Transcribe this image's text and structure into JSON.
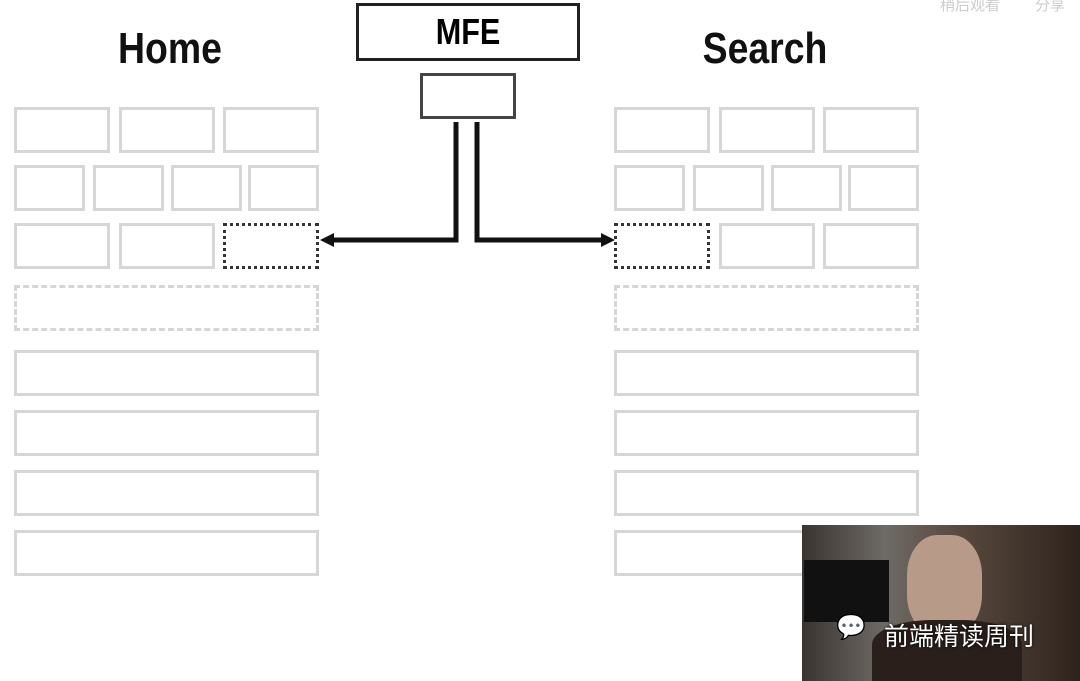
{
  "top_bar": {
    "watch_later": "稍后观看",
    "share": "分享"
  },
  "diagram": {
    "mfe_label": "MFE",
    "left_title": "Home",
    "right_title": "Search"
  },
  "video_overlay": {
    "watermark": "前端精读周刊",
    "icon": "wechat-icon"
  }
}
